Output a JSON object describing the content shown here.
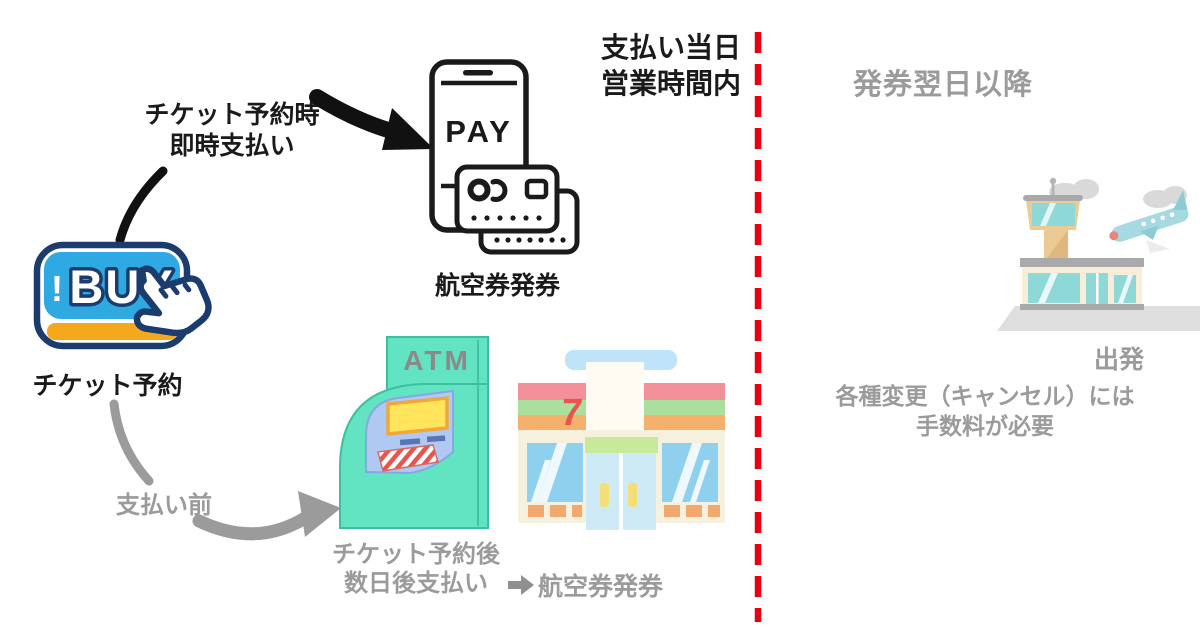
{
  "stage_left": {
    "buy_button": {
      "exclaim": "!",
      "label": "BUY"
    },
    "caption": "チケット予約",
    "immediate_label": {
      "line1": "チケット予約時",
      "line2": "即時支払い"
    },
    "before_pay_label": "支払い前"
  },
  "immediate_route": {
    "phone_pay_text": "PAY",
    "caption": "航空券発券",
    "timing": {
      "line1": "支払い当日",
      "line2": "営業時間内"
    }
  },
  "deferred_route": {
    "atm_sign": "ATM",
    "store_sign": "7",
    "caption": {
      "line1": "チケット予約後",
      "line2": "数日後支払い"
    },
    "result": "航空券発券"
  },
  "right_panel": {
    "heading": "発券翌日以降",
    "airport_caption": "出発",
    "note": {
      "line1": "各種変更（キャンセル）には",
      "line2": "手数料が必要"
    }
  },
  "colors": {
    "text_black": "#1a1a1a",
    "text_gray": "#9b9b9b",
    "divider_red": "#e60012",
    "buy_blue": "#2fa9e2",
    "buy_navy": "#1b3c6d",
    "buy_yellow": "#f6a81c",
    "atm_teal": "#62e3c1",
    "store_cream": "#f6f0de",
    "icon_teal_window": "#8fd0ee"
  }
}
